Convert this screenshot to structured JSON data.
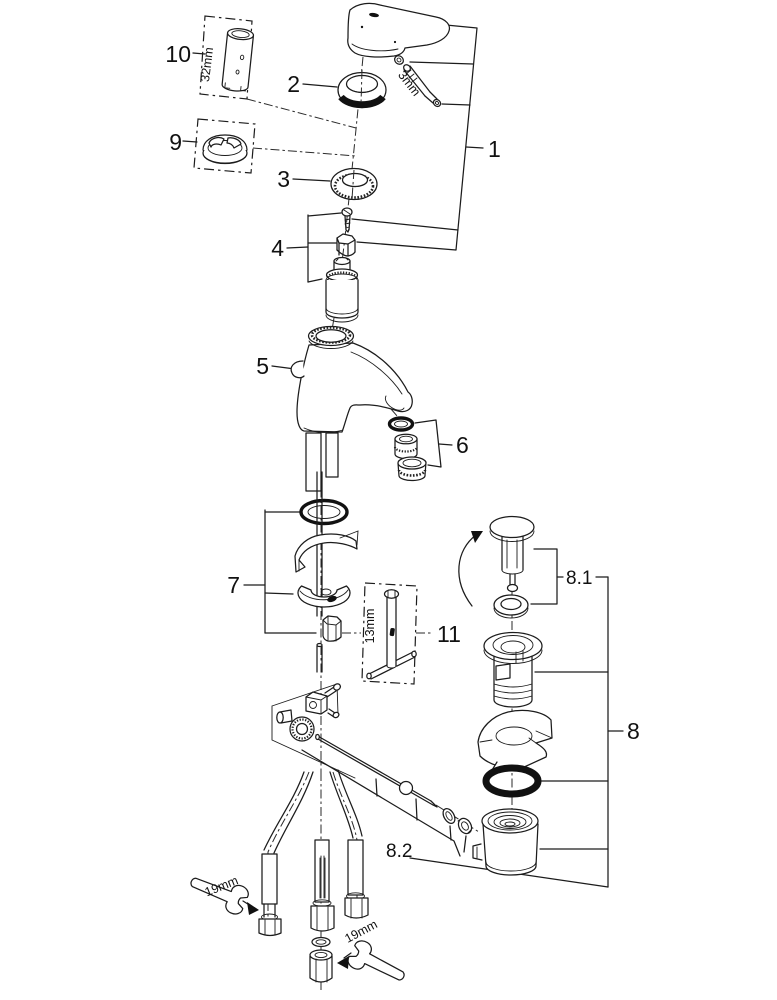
{
  "diagram": {
    "background": "#ffffff",
    "line_color": "#1c1c1c",
    "part_labels": {
      "p1": "1",
      "p2": "2",
      "p3": "3",
      "p4": "4",
      "p5": "5",
      "p6": "6",
      "p7": "7",
      "p8": "8",
      "p8_1": "8.1",
      "p8_2": "8.2",
      "p9": "9",
      "p10": "10",
      "p11": "11"
    },
    "tool_sizes": {
      "socket_part10": "32mm",
      "hex_key_part1": "3mm",
      "socket_part11": "13mm",
      "wrench_lower_left": "19mm",
      "wrench_lower_right": "19mm"
    }
  }
}
